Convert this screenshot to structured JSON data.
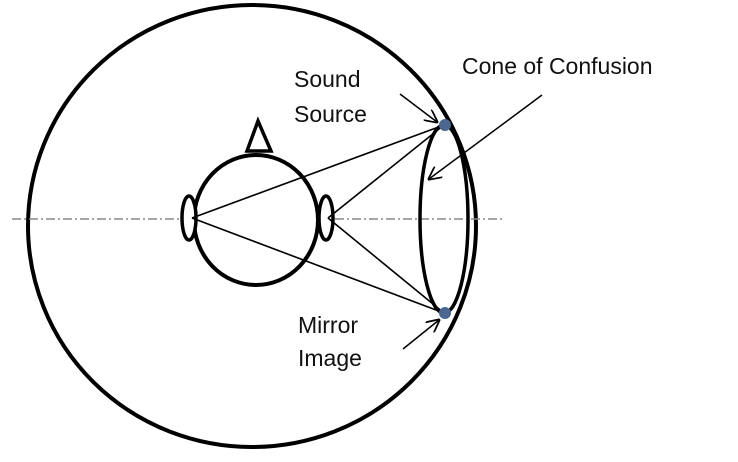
{
  "labels": {
    "sound_source_line1": "Sound",
    "sound_source_line2": "Source",
    "cone_of_confusion": "Cone of Confusion",
    "mirror_image_line1": "Mirror",
    "mirror_image_line2": "Image"
  },
  "colors": {
    "stroke": "#000000",
    "point": "#4a6691",
    "axis": "#888888"
  }
}
